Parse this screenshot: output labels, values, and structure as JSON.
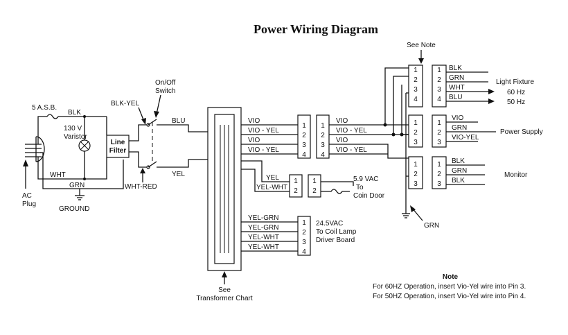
{
  "title": "Power Wiring Diagram",
  "left": {
    "fuse": "5 A.S.B.",
    "blk": "BLK",
    "varistor_value": "130 V",
    "varistor": "Varistor",
    "line_filter_1": "Line",
    "line_filter_2": "Filter",
    "wht": "WHT",
    "grn": "GRN",
    "ground": "GROUND",
    "ac_1": "AC",
    "ac_2": "Plug",
    "blk_yel": "BLK-YEL",
    "switch_1": "On/Off",
    "switch_2": "Switch",
    "blu": "BLU",
    "yel": "YEL",
    "wht_red": "WHT-RED"
  },
  "transformer": {
    "see": "See",
    "chart": "Transformer Chart",
    "wires_top": [
      "VIO",
      "VIO - YEL",
      "VIO",
      "VIO - YEL"
    ],
    "wires_mid": [
      "YEL",
      "YEL-WHT"
    ],
    "wires_bot": [
      "YEL-GRN",
      "YEL-GRN",
      "YEL-WHT",
      "YEL-WHT"
    ]
  },
  "connectors": {
    "pins4": [
      "1",
      "2",
      "3",
      "4"
    ],
    "pins3": [
      "1",
      "2",
      "3"
    ],
    "pins2": [
      "1",
      "2"
    ],
    "right_vio": [
      "VIO",
      "VIO - YEL",
      "VIO",
      "VIO - YEL"
    ]
  },
  "coin": {
    "vac": "5.9 VAC",
    "to": "To",
    "door": "Coin Door"
  },
  "coil": {
    "vac": "24.5VAC",
    "to": "To Coil Lamp",
    "driver": "Driver Board"
  },
  "light": {
    "see_note": "See Note",
    "wires": [
      "BLK",
      "GRN",
      "WHT",
      "BLU"
    ],
    "label": "Light Fixture",
    "hz60": "60 Hz",
    "hz50": "50 Hz"
  },
  "supply": {
    "wires": [
      "VIO",
      "GRN",
      "VIO-YEL"
    ],
    "label": "Power Supply"
  },
  "monitor": {
    "wires": [
      "BLK",
      "GRN",
      "BLK"
    ],
    "label": "Monitor"
  },
  "grn_ground": "GRN",
  "note": {
    "heading": "Note",
    "line1": "For 60HZ Operation, insert Vio-Yel wire into Pin 3.",
    "line2": "For 50HZ Operation, insert Vio-Yel wire into Pin 4."
  }
}
